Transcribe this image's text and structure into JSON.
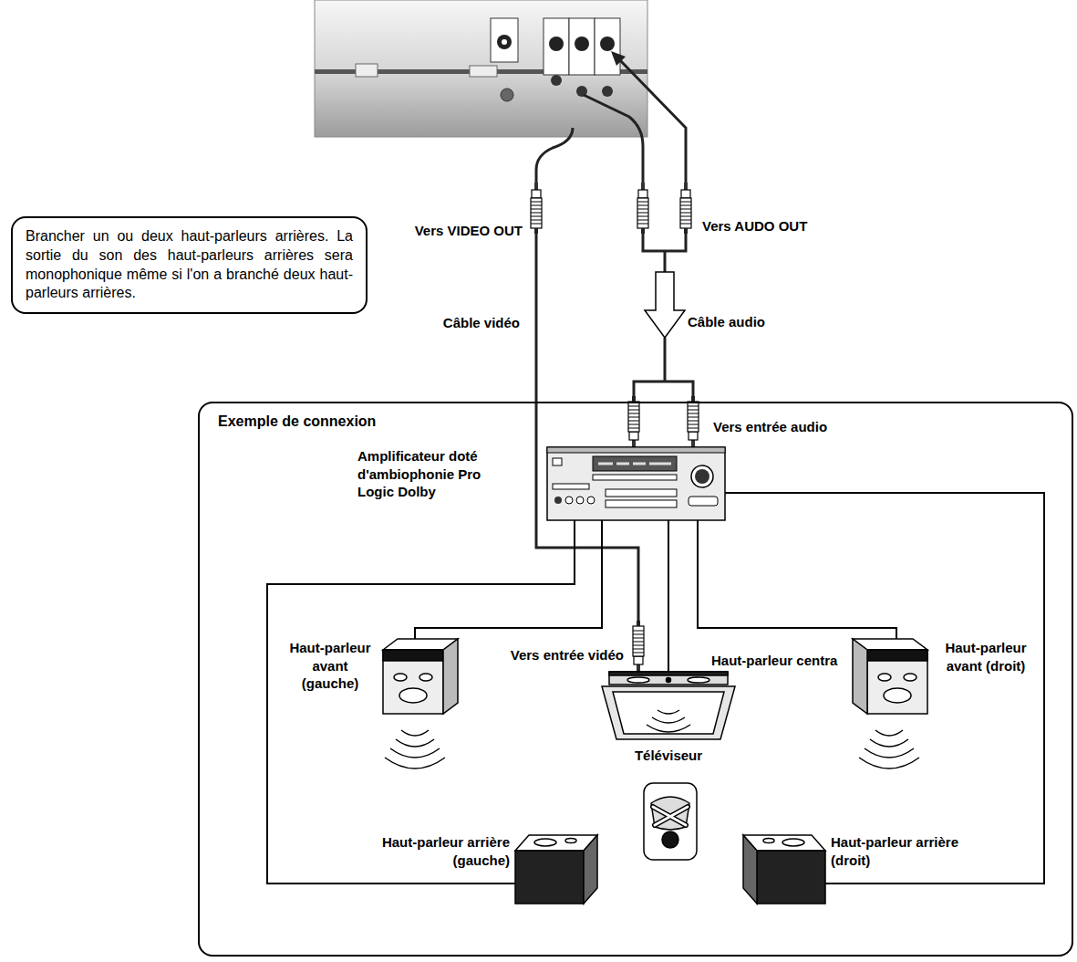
{
  "diagram": {
    "nodes": [
      {
        "text": [
          "Brancher un ou deux haut-parleurs arrières. La sortie du son des haut-parleurs arrières sera monophonique même si l'on a branché deux haut-parleurs arrières."
        ]
      },
      {
        "text": [
          "Exemple de connexion"
        ]
      },
      {
        "text": [
          "Amplificateur doté d'ambiophonie Pro Logic Dolby"
        ],
        "in": 1
      },
      {
        "text": [
          "Haut-parleur avant (gauche)"
        ],
        "in": 1
      },
      {
        "text": [
          "Haut-parleur centra"
        ],
        "in": 1
      },
      {
        "text": [
          "Téléviseur"
        ],
        "in": 1
      },
      {
        "text": [
          "Haut-parleur avant (droit)"
        ],
        "in": 1
      },
      {
        "text": [
          "Haut-parleur arrière (gauche)"
        ],
        "in": 1
      },
      {
        "text": [
          "Haut-parleur arrière (droit)"
        ],
        "in": 1
      }
    ],
    "edges": [
      {
        "from": 2,
        "to": 3,
        "arrow": "none"
      },
      {
        "from": 2,
        "to": 4,
        "arrow": "none"
      },
      {
        "from": 2,
        "to": 6,
        "arrow": "none"
      },
      {
        "from": 2,
        "to": 7,
        "arrow": "none"
      },
      {
        "from": 2,
        "to": 8,
        "arrow": "none"
      }
    ],
    "labels": [
      "Vers VIDEO OUT",
      "Vers AUDO OUT",
      "Câble vidéo",
      "Câble audio",
      "Vers entrée audio",
      "Vers entrée vidéo"
    ]
  }
}
